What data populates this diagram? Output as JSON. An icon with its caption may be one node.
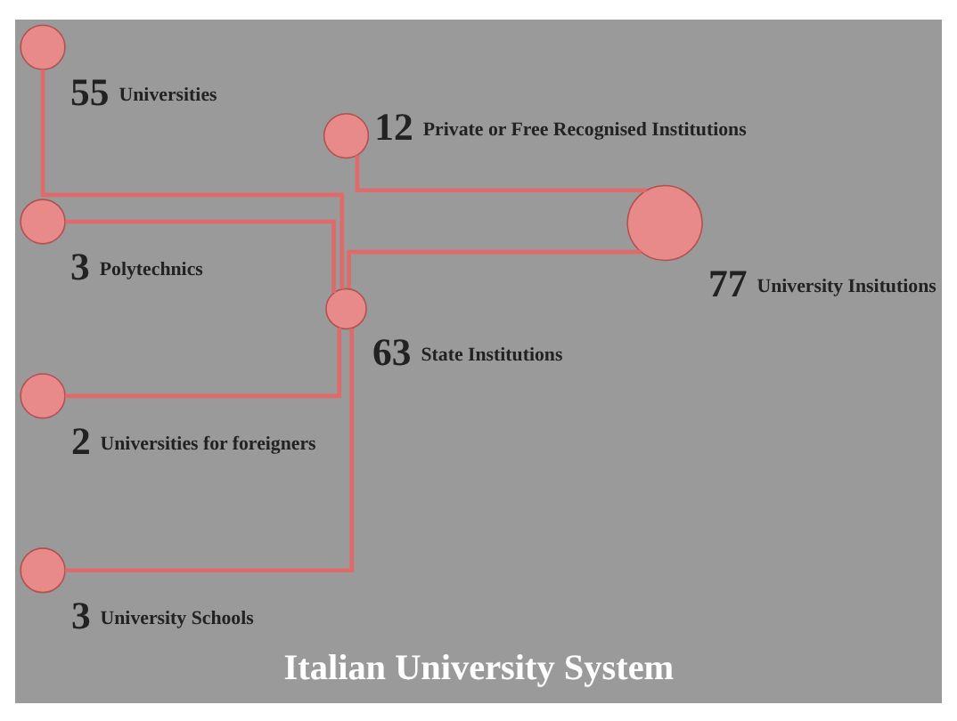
{
  "diagram": {
    "title": "Italian University System",
    "nodes": [
      {
        "text": [],
        "shape": "circle",
        "beside": [
          "77",
          "University Insitutions"
        ]
      },
      {
        "text": [],
        "shape": "circle",
        "beside": [
          "12",
          "Private or Free Recognised Institutions"
        ]
      },
      {
        "text": [],
        "shape": "circle",
        "beside": [
          "55",
          "Universities"
        ]
      },
      {
        "text": [],
        "shape": "circle",
        "beside": [
          "63",
          "State Institutions"
        ]
      },
      {
        "text": [],
        "shape": "circle",
        "beside": [
          "3",
          "Polytechnics"
        ]
      },
      {
        "text": [],
        "shape": "circle",
        "beside": [
          "2",
          "Universities for foreigners"
        ]
      },
      {
        "text": [],
        "shape": "circle",
        "beside": [
          "3",
          "University Schools"
        ]
      }
    ],
    "edges": [
      {
        "from": 0,
        "to": 1,
        "arrow": "none"
      },
      {
        "from": 0,
        "to": 3,
        "arrow": "none"
      },
      {
        "from": 3,
        "to": 2,
        "arrow": "none"
      },
      {
        "from": 3,
        "to": 4,
        "arrow": "none"
      },
      {
        "from": 3,
        "to": 5,
        "arrow": "none"
      },
      {
        "from": 3,
        "to": 6,
        "arrow": "none"
      }
    ]
  }
}
